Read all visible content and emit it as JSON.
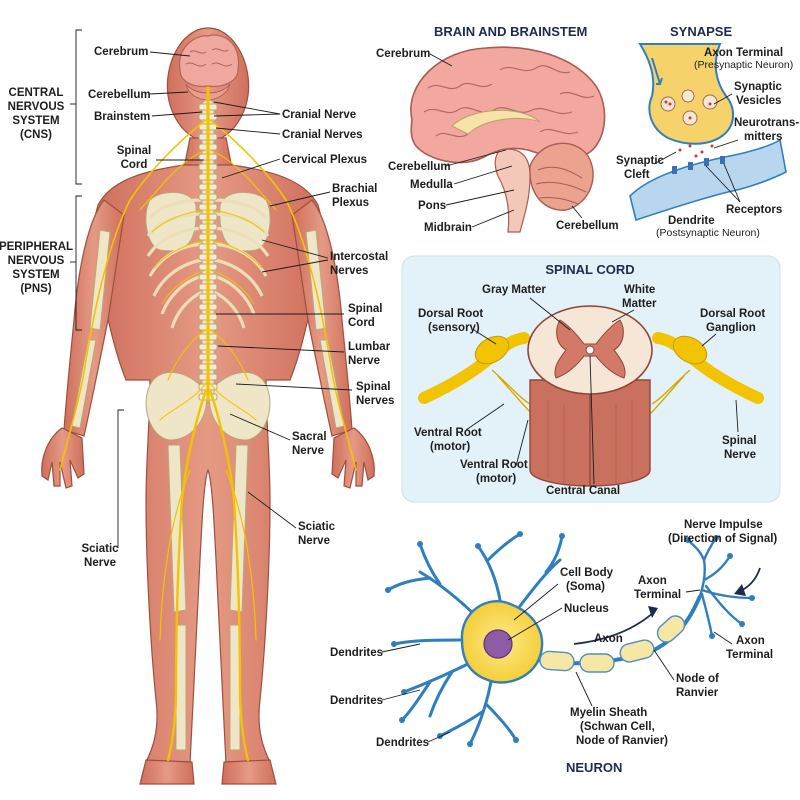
{
  "body_figure": {
    "groups": {
      "cns": [
        "CENTRAL",
        "NERVOUS",
        "SYSTEM",
        "(CNS)"
      ],
      "pns": [
        "PERIPHERAL",
        "NERVOUS",
        "SYSTEM",
        "(PNS)"
      ]
    },
    "left_labels": {
      "cerebrum": "Cerebrum",
      "cerebellum": "Cerebellum",
      "brainstem": "Brainstem",
      "spinal_cord": [
        "Spinal",
        "Cord"
      ],
      "sciatic_nerve": [
        "Sciatic",
        "Nerve"
      ]
    },
    "right_labels": {
      "cranial_nerve": "Cranial Nerve",
      "cranial_nerves": "Cranial Nerves",
      "cervical_plexus": "Cervical Plexus",
      "brachial_plexus": [
        "Brachial",
        "Plexus"
      ],
      "intercostal_nerves": [
        "Intercostal",
        "Nerves"
      ],
      "spinal_cord": [
        "Spinal",
        "Cord"
      ],
      "lumbar_nerve": [
        "Lumbar",
        "Nerve"
      ],
      "spinal_nerves": [
        "Spinal",
        "Nerves"
      ],
      "sacral_nerve": [
        "Sacral",
        "Nerve"
      ],
      "sciatic_nerve": [
        "Sciatic",
        "Nerve"
      ]
    }
  },
  "brain_panel": {
    "title": "BRAIN AND BRAINSTEM",
    "labels": {
      "cerebrum": "Cerebrum",
      "cerebellum_left": "Cerebellum",
      "medulla": "Medulla",
      "pons": "Pons",
      "midbrain": "Midbrain",
      "cerebellum_right": "Cerebellum"
    }
  },
  "synapse_panel": {
    "title": "SYNAPSE",
    "labels": {
      "axon_terminal": "Axon Terminal",
      "axon_terminal_sub": "(Presynaptic Neuron)",
      "synaptic_vesicles": [
        "Synaptic",
        "Vesicles"
      ],
      "neurotransmitters": [
        "Neurotrans-",
        "mitters"
      ],
      "synaptic_cleft": [
        "Synaptic",
        "Cleft"
      ],
      "receptors": "Receptors",
      "dendrite": "Dendrite",
      "dendrite_sub": "(Postsynaptic Neuron)"
    }
  },
  "spinal_panel": {
    "title": "SPINAL CORD",
    "labels": {
      "gray_matter": "Gray Matter",
      "white_matter": [
        "White",
        "Matter"
      ],
      "dorsal_root": [
        "Dorsal Root",
        "(sensory)"
      ],
      "dorsal_root_ganglion": [
        "Dorsal Root",
        "Ganglion"
      ],
      "ventral_root_left": [
        "Ventral Root",
        "(motor)"
      ],
      "ventral_root_center": [
        "Ventral Root",
        "(motor)"
      ],
      "central_canal": "Central Canal",
      "spinal_nerve": [
        "Spinal",
        "Nerve"
      ]
    }
  },
  "neuron_panel": {
    "title": "NEURON",
    "labels": {
      "nerve_impulse": [
        "Nerve Impulse",
        "(Direction of Signal)"
      ],
      "cell_body": [
        "Cell Body",
        "(Soma)"
      ],
      "nucleus": "Nucleus",
      "axon_terminal_top": [
        "Axon",
        "Terminal"
      ],
      "axon_terminal_right": [
        "Axon",
        "Terminal"
      ],
      "axon": "Axon",
      "dendrites_1": "Dendrites",
      "dendrites_2": "Dendrites",
      "dendrites_3": "Dendrites",
      "node_of_ranvier": [
        "Node of",
        "Ranvier"
      ],
      "myelin_sheath": [
        "Myelin Sheath",
        "(Schwan Cell,",
        "Node of Ranvier)"
      ]
    }
  },
  "colors": {
    "nerve": "#f2c300",
    "muscle": "#d9826f",
    "bone": "#efe6c8",
    "brain": "#f0a79e",
    "spinal_panel_bg": "#e3f2f8",
    "neuron_blue": "#2f7fbf",
    "title_text": "#1f2a4e"
  }
}
